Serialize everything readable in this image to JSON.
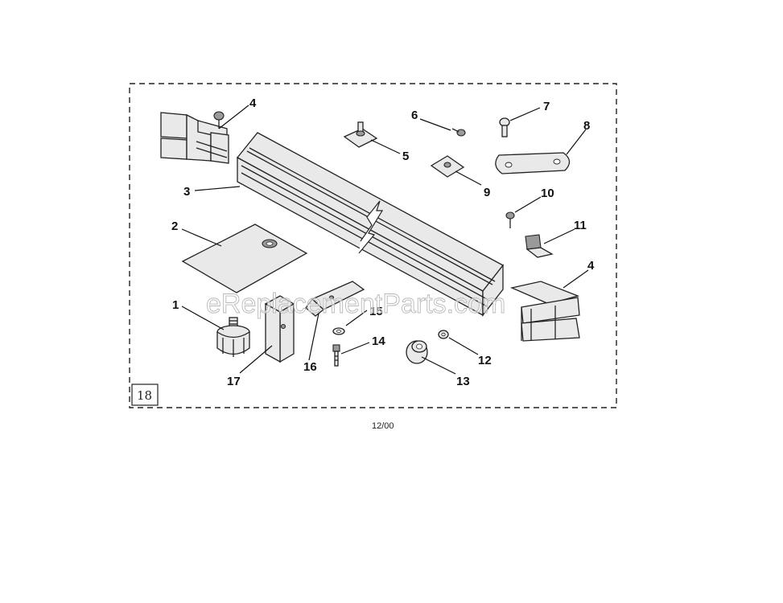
{
  "diagram": {
    "callouts": [
      {
        "id": "4a",
        "label": "4"
      },
      {
        "id": "3",
        "label": "3"
      },
      {
        "id": "2",
        "label": "2"
      },
      {
        "id": "1",
        "label": "1"
      },
      {
        "id": "17",
        "label": "17"
      },
      {
        "id": "16",
        "label": "16"
      },
      {
        "id": "15",
        "label": "15"
      },
      {
        "id": "14",
        "label": "14"
      },
      {
        "id": "13",
        "label": "13"
      },
      {
        "id": "12",
        "label": "12"
      },
      {
        "id": "4b",
        "label": "4"
      },
      {
        "id": "11",
        "label": "11"
      },
      {
        "id": "10",
        "label": "10"
      },
      {
        "id": "9",
        "label": "9"
      },
      {
        "id": "8",
        "label": "8"
      },
      {
        "id": "7",
        "label": "7"
      },
      {
        "id": "6",
        "label": "6"
      },
      {
        "id": "5",
        "label": "5"
      }
    ],
    "frame_number": "18",
    "watermark": "eReplacementParts.com",
    "page_code": "12/00"
  }
}
